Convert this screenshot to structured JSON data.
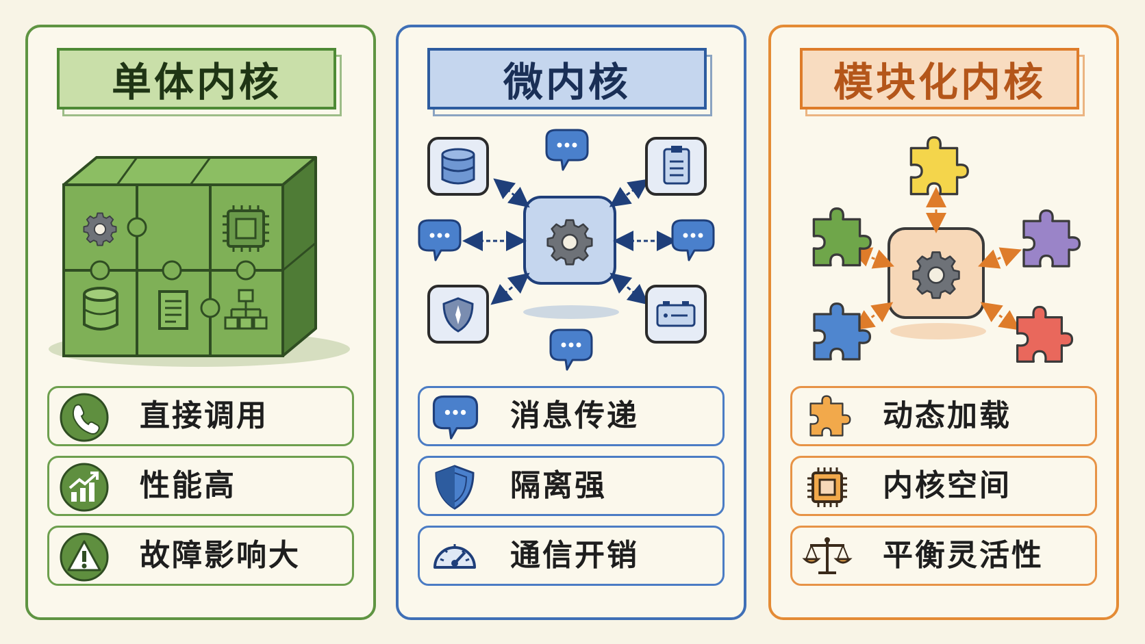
{
  "colors": {
    "monolithic": "#5f9442",
    "micro": "#3f6fb6",
    "modular": "#e48b35",
    "background": "#f8f4e6"
  },
  "panels": [
    {
      "title": "单体内核",
      "illustration_icons": [
        "gear-icon",
        "chip-icon",
        "database-icon",
        "document-icon",
        "hierarchy-icon"
      ],
      "features": [
        {
          "label": "直接调用",
          "icon": "phone-icon"
        },
        {
          "label": "性能高",
          "icon": "chart-up-icon"
        },
        {
          "label": "故障影响大",
          "icon": "warning-icon"
        }
      ]
    },
    {
      "title": "微内核",
      "illustration_icons": [
        "gear-icon",
        "database-icon",
        "clipboard-icon",
        "shield-icon",
        "device-icon",
        "message-icon"
      ],
      "features": [
        {
          "label": "消息传递",
          "icon": "message-icon"
        },
        {
          "label": "隔离强",
          "icon": "shield-icon"
        },
        {
          "label": "通信开销",
          "icon": "gauge-icon"
        }
      ]
    },
    {
      "title": "模块化内核",
      "illustration_icons": [
        "gear-icon",
        "puzzle-icon"
      ],
      "features": [
        {
          "label": "动态加载",
          "icon": "puzzle-icon"
        },
        {
          "label": "内核空间",
          "icon": "chip-icon"
        },
        {
          "label": "平衡灵活性",
          "icon": "scale-icon"
        }
      ]
    }
  ]
}
